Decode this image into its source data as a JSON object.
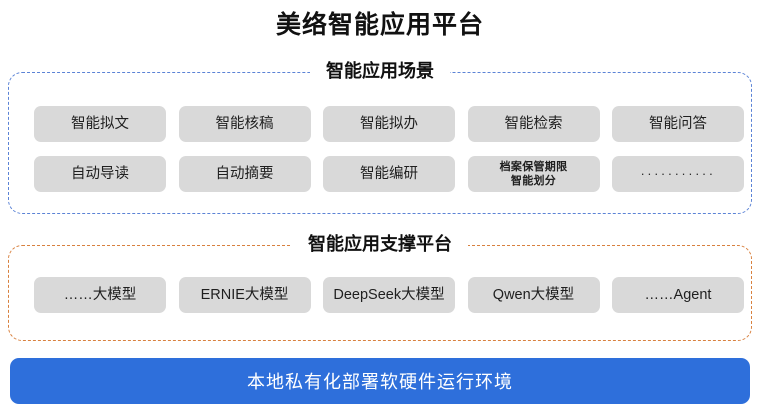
{
  "page": {
    "title": "美络智能应用平台"
  },
  "colors": {
    "scenes_border": "#5b83d6",
    "support_border": "#d8813f",
    "chip_background": "#d9d9d9",
    "base_bar_background": "#2e6fdb",
    "base_bar_text": "#ffffff"
  },
  "scenes": {
    "title": "智能应用场景",
    "rows": [
      [
        {
          "label": "智能拟文"
        },
        {
          "label": "智能核稿"
        },
        {
          "label": "智能拟办"
        },
        {
          "label": "智能检索"
        },
        {
          "label": "智能问答"
        }
      ],
      [
        {
          "label": "自动导读"
        },
        {
          "label": "自动摘要"
        },
        {
          "label": "智能编研"
        },
        {
          "label": "档案保管期限\n智能划分"
        },
        {
          "label": "···········"
        }
      ]
    ]
  },
  "support": {
    "title": "智能应用支撑平台",
    "rows": [
      [
        {
          "label": "……大模型"
        },
        {
          "label": "ERNIE大模型"
        },
        {
          "label": "DeepSeek大模型"
        },
        {
          "label": "Qwen大模型"
        },
        {
          "label": "……Agent"
        }
      ]
    ]
  },
  "base": {
    "label": "本地私有化部署软硬件运行环境"
  }
}
